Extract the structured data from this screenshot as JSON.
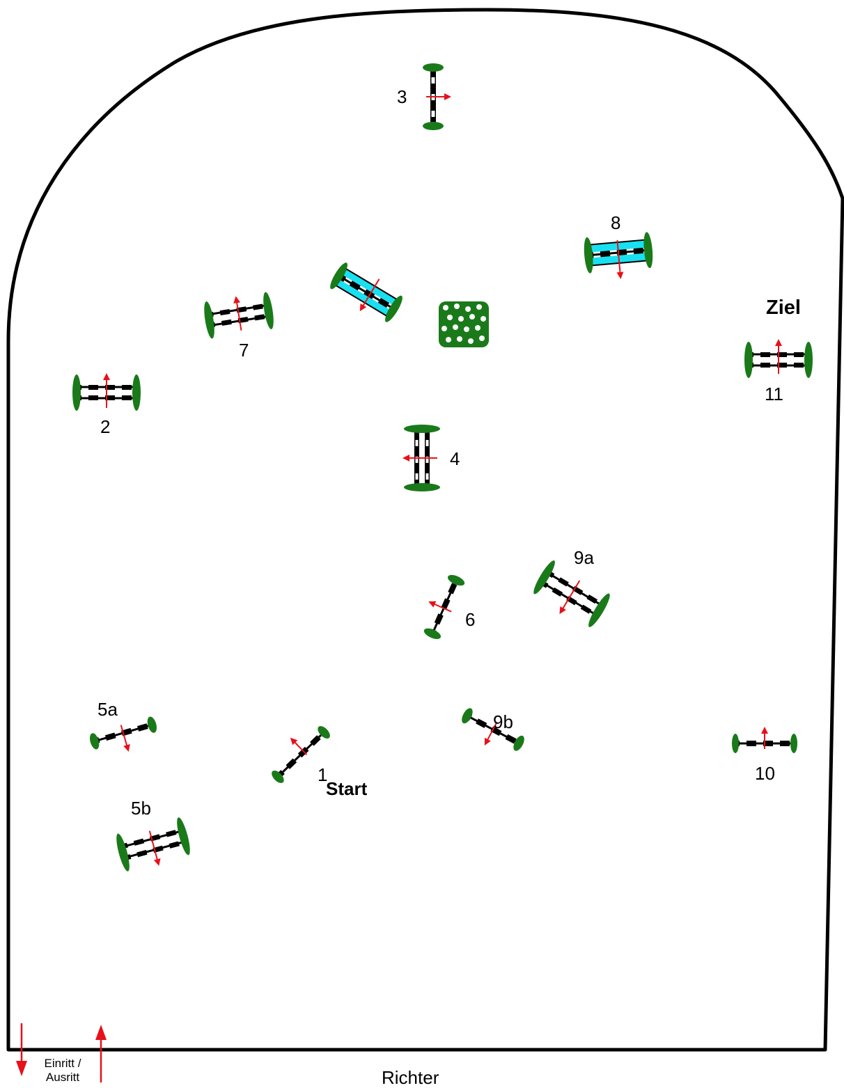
{
  "course": {
    "start_label": "Start",
    "finish_label": "Ziel",
    "judge_label": "Richter",
    "entry_exit_label_line1": "Einritt /",
    "entry_exit_label_line2": "Ausritt"
  },
  "obstacles": [
    {
      "id": "1",
      "label": "1"
    },
    {
      "id": "2",
      "label": "2"
    },
    {
      "id": "3",
      "label": "3"
    },
    {
      "id": "4",
      "label": "4"
    },
    {
      "id": "5a",
      "label": "5a"
    },
    {
      "id": "5b",
      "label": "5b"
    },
    {
      "id": "6",
      "label": "6"
    },
    {
      "id": "7",
      "label": "7"
    },
    {
      "id": "8",
      "label": "8"
    },
    {
      "id": "9a",
      "label": "9a"
    },
    {
      "id": "9b",
      "label": "9b"
    },
    {
      "id": "10",
      "label": "10"
    },
    {
      "id": "11",
      "label": "11"
    }
  ],
  "colors": {
    "arena_border": "#000000",
    "pole": "#000000",
    "pole_stripe": "#ffffff",
    "wing_green": "#1a7a1a",
    "direction_arrow": "#e8101a",
    "water": "#19e0f0"
  }
}
